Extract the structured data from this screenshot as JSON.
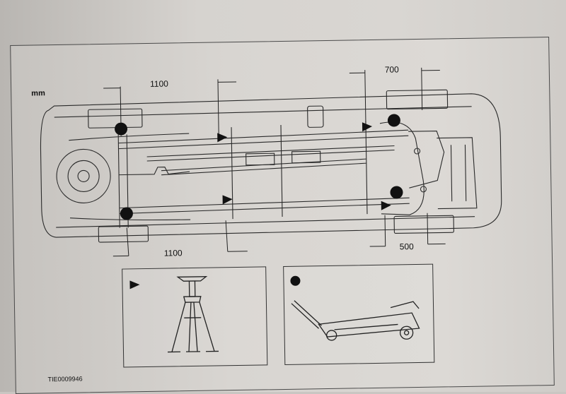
{
  "unit_label": "mm",
  "dimensions": {
    "rear_top": "1100",
    "front_top": "700",
    "rear_bottom": "1100",
    "front_bottom": "500"
  },
  "legend": {
    "stand_symbol": "triangle",
    "jack_symbol": "circle"
  },
  "figure_id": "TIE0009946"
}
